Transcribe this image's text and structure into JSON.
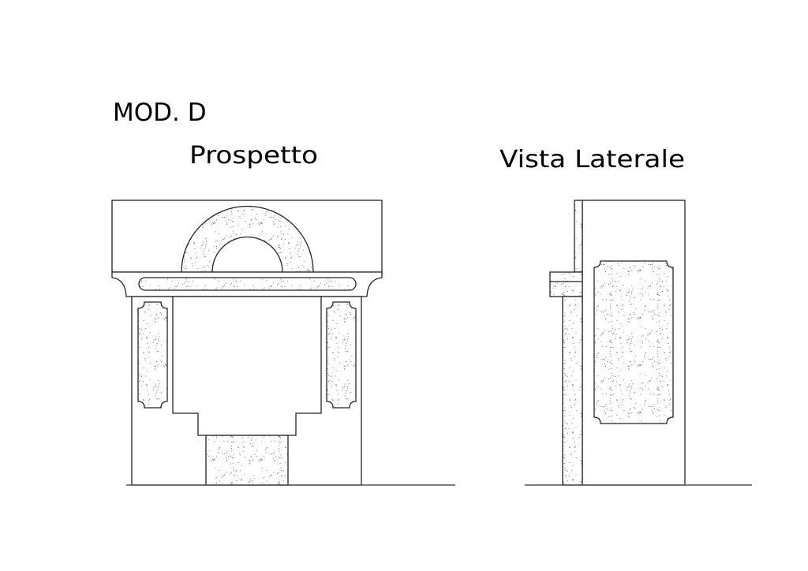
{
  "title": "MOD. D",
  "views": {
    "front": "Prospetto",
    "side": "Vista Laterale"
  }
}
